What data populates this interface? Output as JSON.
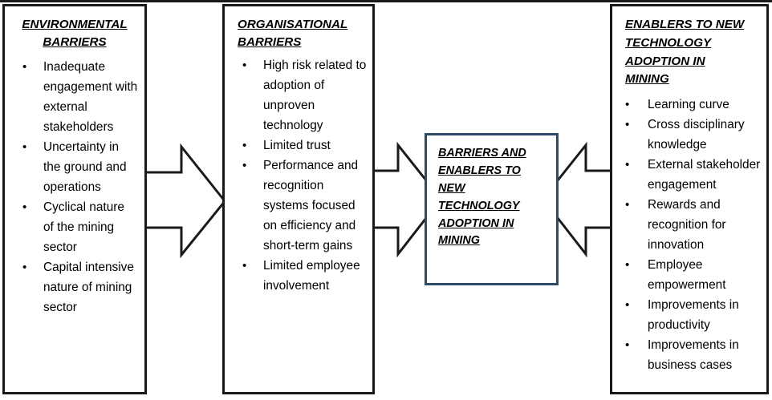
{
  "diagram": {
    "title": "Barriers and enablers to new technology adoption in mining",
    "border_color": "#1a1a1a",
    "center_border_color": "#2e4a6b",
    "arrow_color": "#1a1a1a"
  },
  "panels": {
    "environmental": {
      "title": "ENVIRONMENTAL BARRIERS",
      "title_line_1": "ENVIRONMENTAL",
      "title_line_2": "BARRIERS",
      "items": [
        "Inadequate engagement with external stakeholders",
        "Uncertainty in the ground and operations",
        "Cyclical nature of the mining sector",
        "Capital intensive nature of mining sector"
      ]
    },
    "organisational": {
      "title": "ORGANISATIONAL BARRIERS",
      "title_line_1": "ORGANISATIONAL",
      "title_line_2": "BARRIERS",
      "items": [
        "High risk related to adoption of unproven technology",
        "Limited trust",
        "Performance and recognition systems focused on efficiency and short-term gains",
        "Limited employee involvement"
      ]
    },
    "center": {
      "title": "BARRIERS AND ENABLERS TO NEW TECHNOLOGY ADOPTION IN MINING",
      "title_line_1": "BARRIERS AND",
      "title_line_2": "ENABLERS TO",
      "title_line_3": "NEW",
      "title_line_4": "TECHNOLOGY",
      "title_line_5": "ADOPTION IN",
      "title_line_6": "MINING"
    },
    "enablers": {
      "title": "ENABLERS TO NEW TECHNOLOGY ADOPTION IN MINING",
      "title_line_1": "ENABLERS TO NEW",
      "title_line_2": "TECHNOLOGY",
      "title_line_3": "ADOPTION IN",
      "title_line_4": "MINING",
      "items": [
        "Learning curve",
        "Cross disciplinary knowledge",
        "External stakeholder engagement",
        "Rewards and recognition for innovation",
        "Employee empowerment",
        "Improvements in productivity",
        "Improvements in business cases"
      ]
    }
  },
  "connectors": [
    {
      "name": "environmental-to-organisational",
      "direction": "right"
    },
    {
      "name": "organisational-to-center",
      "direction": "right"
    },
    {
      "name": "center-to-enablers",
      "direction": "left"
    }
  ]
}
